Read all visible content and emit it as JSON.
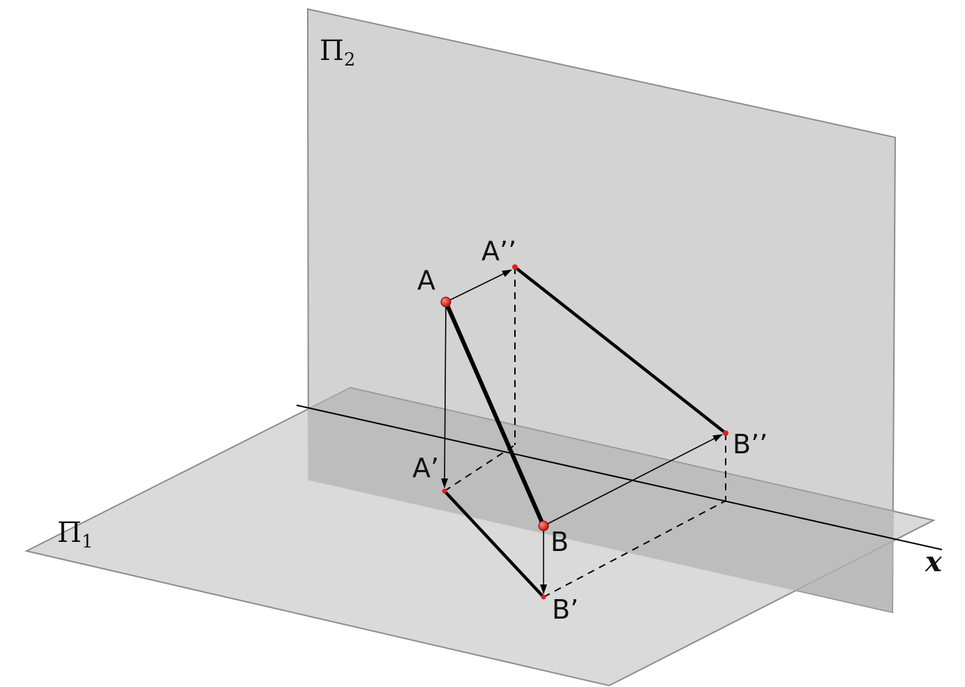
{
  "planes": {
    "frontal": {
      "label": "Π",
      "sub": "2"
    },
    "horizontal": {
      "label": "Π",
      "sub": "1"
    }
  },
  "axis": {
    "label": "x"
  },
  "points": {
    "A": "A",
    "A2": "A’’",
    "A1": "A’",
    "B": "B",
    "B2": "B’’",
    "B1": "B’"
  },
  "colors": {
    "plane_fill": "#d3d3d3",
    "plane_edge": "#8c8c8c",
    "overlap_fill": "#b4b4b4",
    "line": "#000000",
    "point": "#e0201a"
  }
}
